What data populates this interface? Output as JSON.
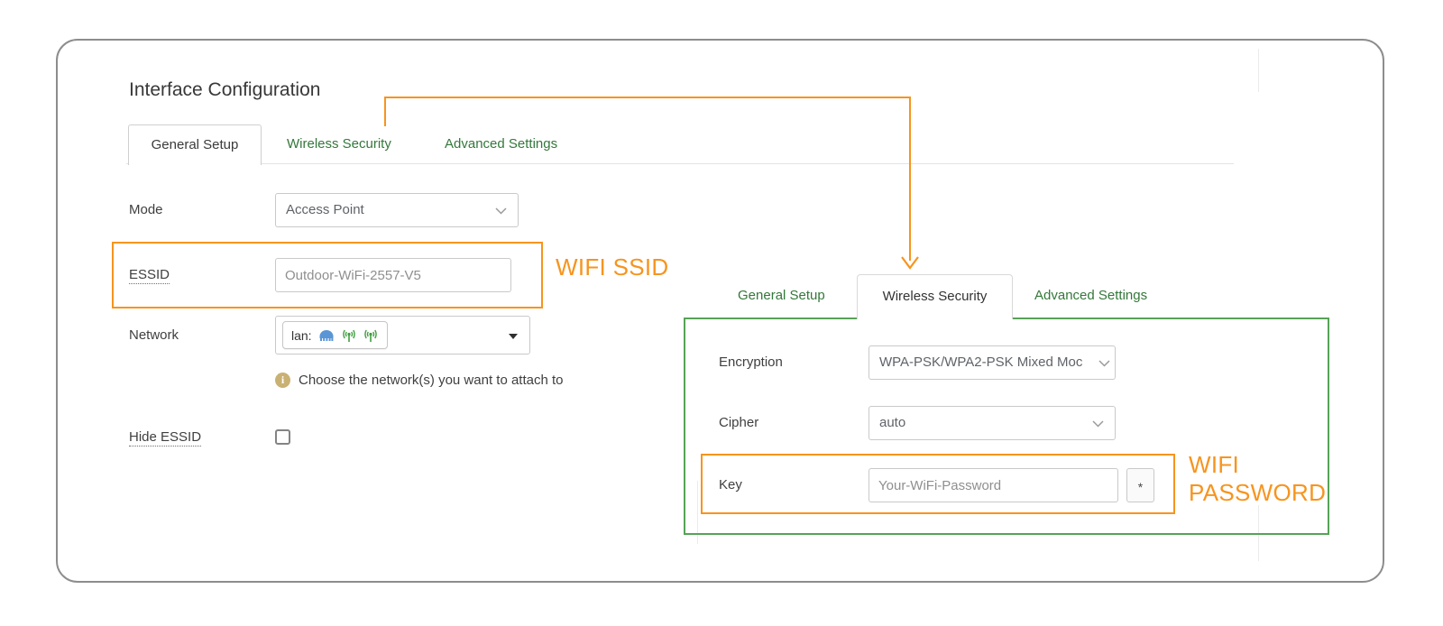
{
  "left_panel": {
    "title": "Interface Configuration",
    "tabs": [
      {
        "label": "General Setup",
        "active": true
      },
      {
        "label": "Wireless Security",
        "active": false
      },
      {
        "label": "Advanced Settings",
        "active": false
      }
    ],
    "mode": {
      "label": "Mode",
      "value": "Access Point"
    },
    "essid": {
      "label": "ESSID",
      "value": "Outdoor-WiFi-2557-V5"
    },
    "network": {
      "label": "Network",
      "selected_value": "lan:",
      "icons": [
        "bridge-icon",
        "wifi-signal-icon",
        "wifi-signal-icon"
      ],
      "help_text": "Choose the network(s) you want to attach to"
    },
    "hide_essid": {
      "label": "Hide ESSID",
      "checked": false
    }
  },
  "right_panel": {
    "tabs": [
      {
        "label": "General Setup",
        "active": false
      },
      {
        "label": "Wireless Security",
        "active": true
      },
      {
        "label": "Advanced Settings",
        "active": false
      }
    ],
    "encryption": {
      "label": "Encryption",
      "value": "WPA-PSK/WPA2-PSK Mixed Moc"
    },
    "cipher": {
      "label": "Cipher",
      "value": "auto"
    },
    "key": {
      "label": "Key",
      "value": "Your-WiFi-Password",
      "reveal_button_label": "*"
    }
  },
  "annotations": {
    "ssid_callout": "WIFI SSID",
    "password_callout_line1": "WIFI",
    "password_callout_line2": "PASSWORD"
  },
  "colors": {
    "annotation_orange": "#f7941e",
    "tab_link_green": "#33783a",
    "highlight_green_border": "#57a257"
  }
}
